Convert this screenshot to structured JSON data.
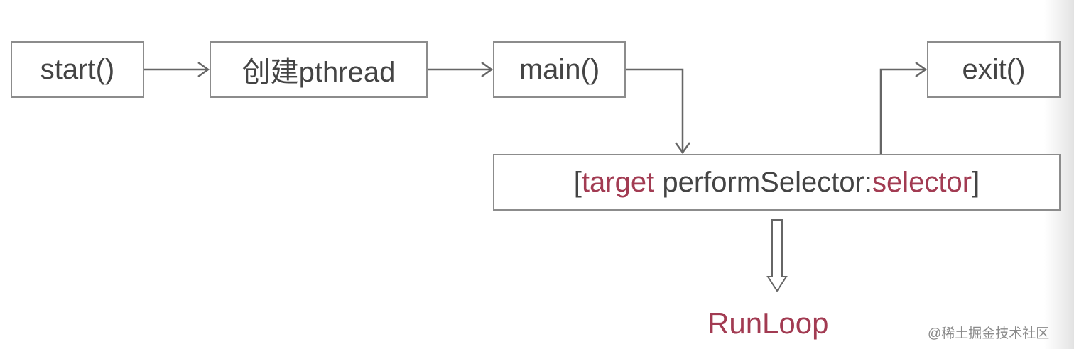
{
  "nodes": {
    "start": "start()",
    "create_thread": "创建pthread",
    "main": "main()",
    "exit": "exit()",
    "perform": {
      "open_bracket": "[",
      "target": "target",
      "method": " performSelector:",
      "selector": "selector",
      "close_bracket": "]"
    }
  },
  "runloop_label": "RunLoop",
  "watermark": "@稀土掘金技术社区",
  "colors": {
    "border": "#8c8c8c",
    "text": "#444444",
    "accent": "#a23b52",
    "arrow": "#666666"
  }
}
